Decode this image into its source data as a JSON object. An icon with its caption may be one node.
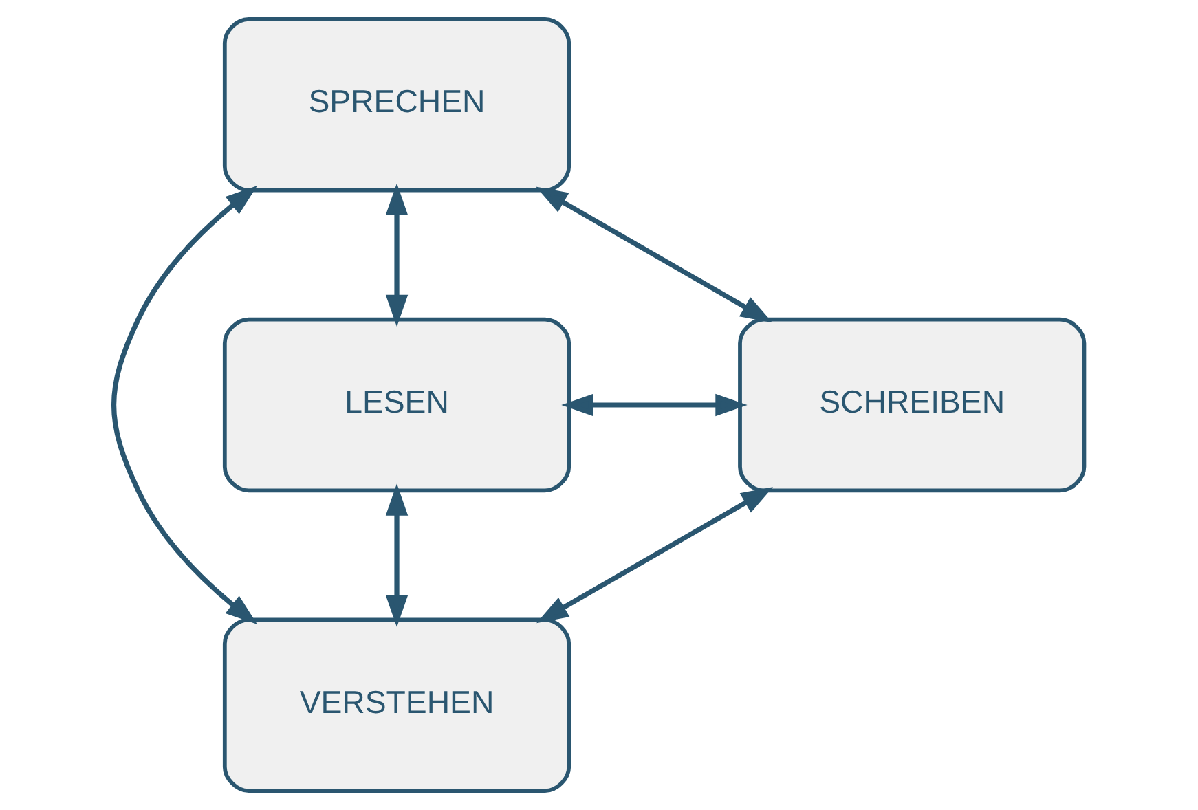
{
  "diagram": {
    "nodes": [
      {
        "text": [
          "SPRECHEN"
        ]
      },
      {
        "text": [
          "LESEN"
        ]
      },
      {
        "text": [
          "SCHREIBEN"
        ]
      },
      {
        "text": [
          "VERSTEHEN"
        ]
      }
    ],
    "edges": [
      {
        "from": 1,
        "to": 0,
        "arrow": "both"
      },
      {
        "from": 0,
        "to": 2,
        "arrow": "both"
      },
      {
        "from": 1,
        "to": 2,
        "arrow": "both"
      },
      {
        "from": 0,
        "to": 3,
        "arrow": "both"
      },
      {
        "from": 1,
        "to": 3,
        "arrow": "both"
      },
      {
        "from": 3,
        "to": 2,
        "arrow": "both"
      }
    ]
  }
}
